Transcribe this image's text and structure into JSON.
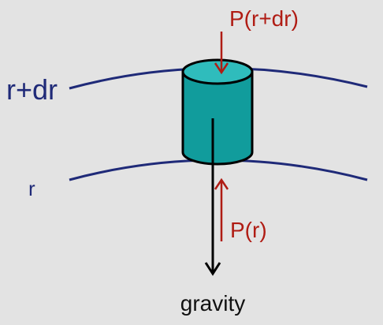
{
  "labels": {
    "outer_shell": "r+dr",
    "inner_shell": "r",
    "pressure_top": "P(r+dr)",
    "pressure_bottom": "P(r)",
    "gravity": "gravity"
  },
  "colors": {
    "background": "#e3e3e3",
    "shell_line": "#1f2a78",
    "cylinder_fill": "#119c9c",
    "cylinder_top": "#2fbcbc",
    "pressure_arrow": "#b01c14",
    "gravity_arrow": "#000000"
  },
  "icons": {
    "pressure_down": "arrow-down-icon",
    "pressure_up": "arrow-up-icon",
    "gravity": "arrow-down-icon"
  }
}
